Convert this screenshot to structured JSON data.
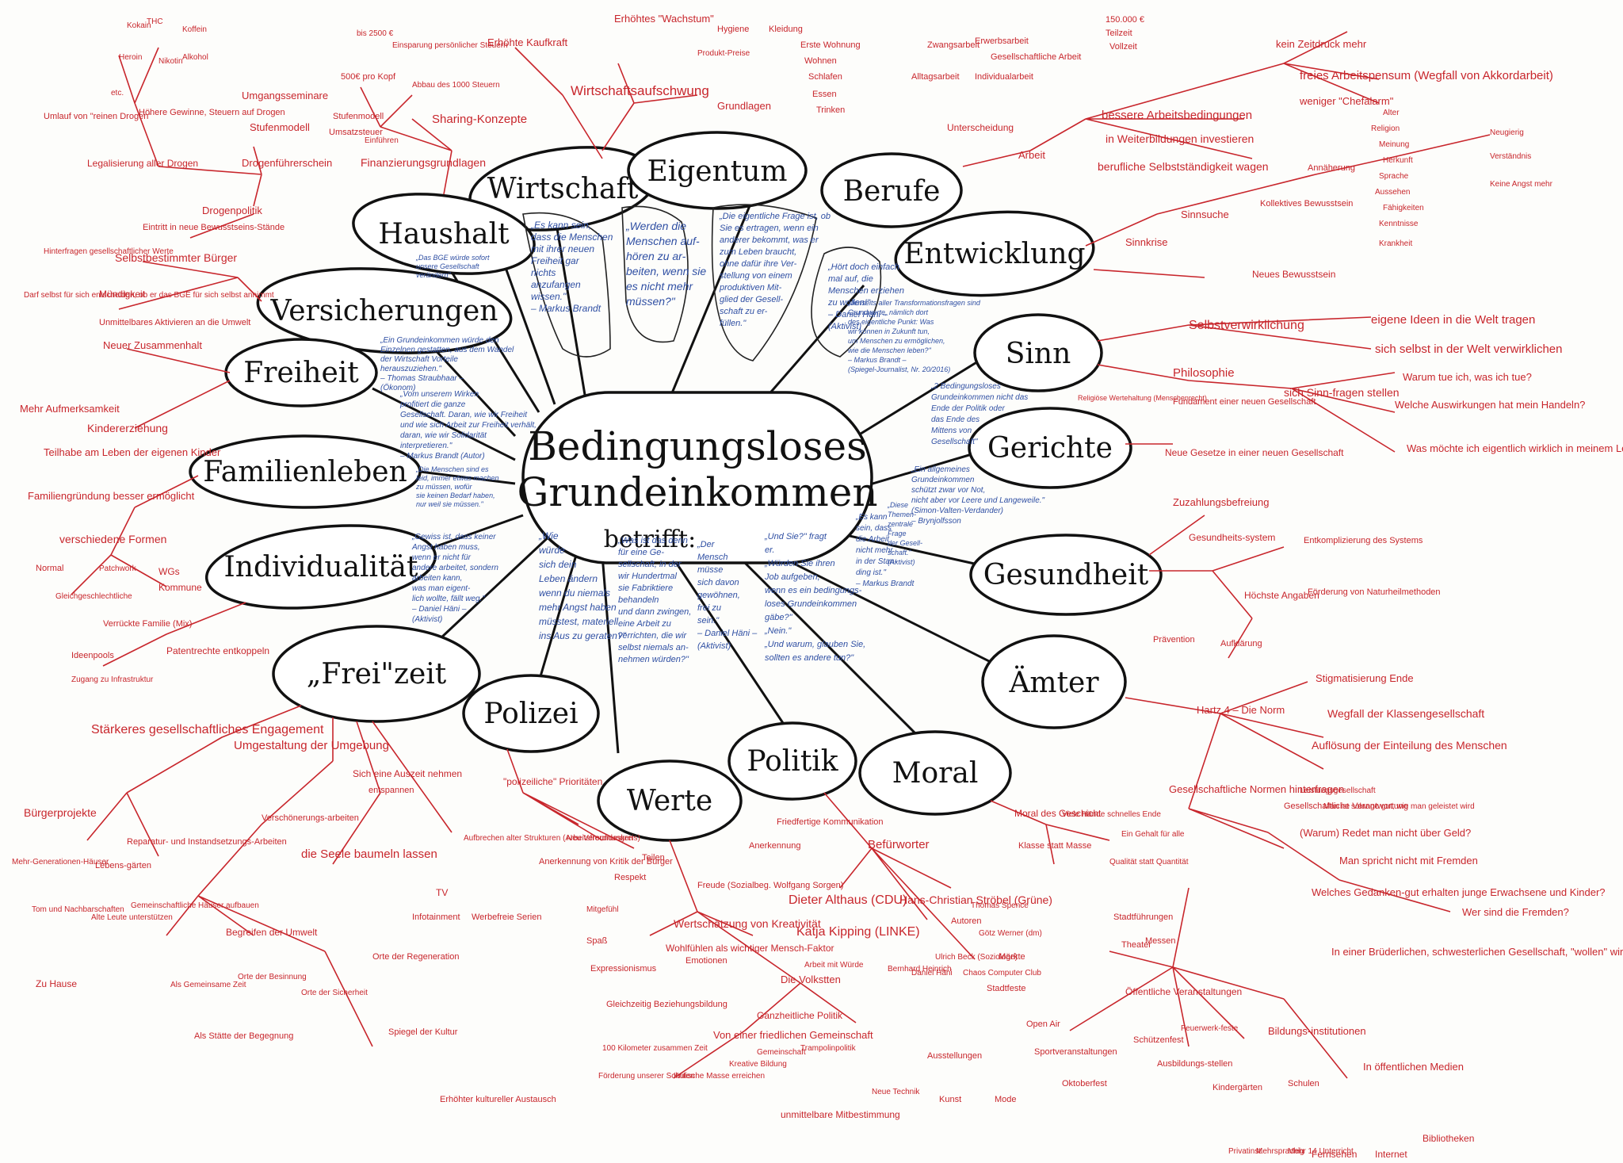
{
  "colors": {
    "ink": "#111111",
    "red": "#c8262c",
    "blue": "#2f4fa3",
    "paper": "#fdfdfb"
  },
  "center": {
    "line1": "Bedingungsloses",
    "line2": "Grundeinkommen",
    "line3": "betrifft:"
  },
  "topics": {
    "wirtschaft": "Wirtschaft",
    "eigentum": "Eigentum",
    "berufe": "Berufe",
    "haushalt": "Haushalt",
    "entwicklung": "Entwicklung",
    "versicherungen": "Versicherungen",
    "sinn": "Sinn",
    "freiheit": "Freiheit",
    "gerichte": "Gerichte",
    "familienleben": "Familienleben",
    "gesundheit": "Gesundheit",
    "individualitaet": "Individualität",
    "aemter": "Ämter",
    "freizeit": "„Frei\"zeit",
    "polizei": "Polizei",
    "politik": "Politik",
    "werte": "Werte",
    "moral": "Moral"
  },
  "quotes": {
    "q1": [
      "„Es kann sein,",
      "dass die Menschen",
      "mit ihrer neuen",
      "Freiheit gar",
      "nichts",
      "anzufangen",
      "wissen.\"",
      "– Markus Brandt"
    ],
    "q2": [
      "„Werden die",
      "Menschen auf-",
      "hören zu ar-",
      "beiten, wenn sie",
      "es nicht mehr",
      "müssen?\""
    ],
    "q3": [
      "„Die eigentliche Frage ist, ob",
      "Sie es ertragen, wenn ein",
      "anderer bekommt, was er",
      "zum Leben braucht,",
      "ohne dafür ihre Ver-",
      "stellung von einem",
      "produktiven Mit-",
      "glied der Gesell-",
      "schaft zu er-",
      "füllen.\""
    ],
    "q4": [
      "„Hört doch einfach",
      "mal auf, die",
      "Menschen erziehen",
      "zu wollen!\"",
      "– Daniel Häni –",
      "(Aktivist)"
    ],
    "q5": [
      "„Das BGE würde sofort",
      "unsere Gesellschaft",
      "verändern\""
    ],
    "q6": [
      "„Ein Grundeinkommen würde den",
      "Einzelnen gestatten, aus dem Wandel",
      "der Wirtschaft Vorteile",
      "herauszuziehen.\"",
      "– Thomas Straubhaar –",
      "(Ökonom)"
    ],
    "q7": [
      "„Vom unserem Wirken",
      "profitiert die ganze",
      "Gesellschaft. Daran, wie wir Freiheit",
      "und wie sich Arbeit zur Freiheit verhält,",
      "daran, wie wir Solidarität",
      "interpretieren.\"",
      "– Markus Brandt (Autor)"
    ],
    "q8": [
      "„Die Menschen sind es",
      "leid, immer etwas machen",
      "zu müssen, wofür",
      "sie keinen Bedarf haben,",
      "nur weil sie müssen.\""
    ],
    "q9": [
      "„Gewiss ist, dass keiner",
      "Angst haben muss,",
      "wenn er nicht für",
      "andere arbeitet, sondern",
      "arbeiten kann,",
      "was man eigent-",
      "lich wollte, fällt weg.\"",
      "– Daniel Häni –",
      "(Aktivist)"
    ],
    "q10": [
      "„Wie",
      "würde",
      "sich dein",
      "Leben ändern",
      "wenn du niemals",
      "mehr Angst haben",
      "müsstest, materiell",
      "ins Aus zu geraten?\""
    ],
    "q11": [
      "„Was ist das denn",
      "für eine Ge-",
      "sellschaft, in der",
      "wir Hundertmal",
      "sie Fabriktiere",
      "behandeln",
      "und dann zwingen,",
      "eine Arbeit zu",
      "verrichten, die wir",
      "selbst niemals an-",
      "nehmen würden?\""
    ],
    "q12": [
      "„Der",
      "Mensch",
      "müsse",
      "sich davon",
      "gewöhnen,",
      "frei zu",
      "sein.\"",
      "– Daniel Häni –",
      "(Aktivist)"
    ],
    "q13": [
      "„Und Sie?\" fragt",
      "er.",
      "„Würden Sie ihren",
      "Job aufgeben,",
      "wenn es ein bedingungs-",
      "loses Grundeinkommen",
      "gäbe?\"",
      "„Nein.\"",
      "„Und warum, glauben Sie,",
      "sollten es andere tun?\""
    ],
    "q14": [
      "„Es kann",
      "sein, dass",
      "die Arbeit",
      "nicht mehr",
      "in der Stan-",
      "ding ist.\"",
      "– Markus Brandt"
    ],
    "q15": [
      "„Diese",
      "Themen-",
      "zentrale",
      "Frage",
      "der Gesell-",
      "schaft.\"",
      "(Aktivist)"
    ],
    "q16": [
      "„Ein allgemeines",
      "Grundeinkommen",
      "schützt zwar vor Not,",
      "nicht aber vor Leere und Langeweile.\"",
      "(Simon-Valten-Verdander)",
      "– Brynjolfsson"
    ],
    "q17": [
      "„2 Bedingungsloses",
      "Grundeinkommen nicht das",
      "Ende der Politik oder",
      "das Ende des",
      "Mittens von",
      "Gesellschaft\""
    ],
    "q18": [
      "„Jenseits aller Transformationsfragen sind",
      "Grundwerte, nämlich dort",
      "des eigentliche Punkt: Was",
      "wir können in Zukunft tun,",
      "um Menschen zu ermöglichen,",
      "wie die Menschen leben?\"",
      "– Markus Brandt –",
      "(Spiegel-Journalist, Nr. 20/2016)"
    ]
  },
  "branches": {
    "wirtschaft": [
      "Wirtschaftsaufschwung",
      "Erhöhte Kaufkraft",
      "Erhöhtes \"Wachstum\"",
      "Grundlagen",
      "Hygiene",
      "Kleidung",
      "Erste Wohnung",
      "Wohnen",
      "Schlafen",
      "Essen",
      "Trinken",
      "Produkt-Preise"
    ],
    "haushalt": [
      "Sharing-Konzepte",
      "Finanzierungsgrundlagen",
      "bis 2500 €",
      "Einsparung persönlicher Steuern",
      "Abbau des 1000 Steuern",
      "Stufenmodell",
      "Umsatzsteuer",
      "500€ pro Kopf",
      "Einführen"
    ],
    "drogen": [
      "Drogenpolitik",
      "Umgangsseminare",
      "Stufenmodell",
      "Drogenführerschein",
      "Legalisierung aller Drogen",
      "Umlauf von \"reinen Drogen\"",
      "Höhere Gewinne, Steuern auf Drogen",
      "Kokain",
      "THC",
      "Koffein",
      "Heroin",
      "Nikotin",
      "Alkohol",
      "etc."
    ],
    "versicherungen": [
      "Selbstbestimmter Bürger",
      "Hinterfragen gesellschaftlicher Werte",
      "Eintritt in neue Bewusstseins-Stände",
      "Mündigkeit",
      "Darf selbst für sich entscheiden, ob er das BGE für sich selbst annimmt",
      "Unmittelbares Aktivieren an die Umwelt"
    ],
    "freiheit": [
      "Neuer Zusammenhalt",
      "Mehr Aufmerksamkeit",
      "Kindererziehung",
      "Teilhabe am Leben der eigenen Kinder"
    ],
    "familienleben": [
      "Familiengründung besser ermöglicht",
      "verschiedene Formen",
      "Normal",
      "Patchwork",
      "WGs",
      "Gleichgeschlechtliche",
      "Kommune",
      "Verrückte Familie (Mix)"
    ],
    "individualitaet": [
      "Patentrechte entkoppeln",
      "Ideenpools",
      "Zugang zu Infrastruktur"
    ],
    "freizeit": [
      "Stärkeres gesellschaftliches Engagement",
      "Umgestaltung der Umgebung",
      "Bürgerprojekte",
      "Mehr-Generationen-Häuser",
      "Lebens-gärten",
      "Tom und Nachbarschaften",
      "Alte Leute unterstützen",
      "Gemeinschaftliche Häuser aufbauen",
      "Reparatur- und Instandsetzungs-Arbeiten",
      "Verschönerungs-arbeiten",
      "Sich eine Auszeit nehmen",
      "entspannen",
      "die Seele baumeln lassen",
      "Aufbrechen alter Strukturen (Arbeitsfreundeskreis)",
      "TV",
      "Infotainment",
      "Werbefreie Serien",
      "Begreifen der Umwelt",
      "Orte der Regeneration",
      "Zu Hause",
      "Als Gemeinsame Zeit",
      "Orte der Besinnung",
      "Orte der Sicherheit",
      "Als Stätte der Begegnung",
      "Spiegel der Kultur",
      "Erhöhter kultureller Austausch"
    ],
    "polizei": [
      "\"polizeiliche\" Prioritäten",
      "Neu Verordnungen",
      "Anerkennung von Kritik der Bürger",
      "Teilen",
      "Respekt",
      "Mitgefühl"
    ],
    "politik": [
      "Befürworter",
      "Friedfertige Kommunikation",
      "Anerkennung",
      "Freude (Sozialbeg. Wolfgang Sorgen)",
      "Dieter Althaus (CDU)",
      "Katja Kipping (LINKE)",
      "Hans-Christian Ströbel (Grüne)",
      "Thomas Spence",
      "Autoren",
      "Götz Werner (dm)",
      "Ulrich Beck (Soziologe)",
      "Bernhard Heinrich",
      "Daniel Häni",
      "Arbeit mit Würde",
      "Chaos Computer Club"
    ],
    "werte": [
      "Wertschätzung von Kreativität",
      "Wohlfühlen als wichtiger Mensch-Faktor",
      "Spaß",
      "Expressionismus",
      "Emotionen",
      "Die Volkstten",
      "Gleichzeitig Beziehungsbildung",
      "Ganzheitliche Politik",
      "Von einer friedlichen Gemeinschaft",
      "100 Kilometer zusammen Zeit",
      "Förderung unserer Schulen",
      "Kritische Masse erreichen",
      "Gemeinschaft",
      "Kreative Bildung",
      "Trampolinpolitik",
      "Neue Technik",
      "unmittelbare Mitbestimmung"
    ],
    "moral": [
      "Moral des Geschicht",
      "Klasse statt Masse",
      "Viele Hände schnelles Ende",
      "Ein Gehalt für alle",
      "Qualität statt Quantität"
    ],
    "aemter": [
      "Hartz 4 – Die Norm",
      "Stigmatisierung Ende",
      "Wegfall der Klassengesellschaft",
      "Auflösung der Einteilung des Menschen",
      "Gesellschaftliche Normen hinterfragen",
      "Leistungsgesellschaft",
      "Gesellschaftliche Verantwortung",
      "Man ist solange gut, wie man geleistet wird",
      "(Warum) Redet man nicht über Geld?",
      "Man spricht nicht mit Fremden",
      "Wer sind die Fremden?",
      "Welches Gedanken-gut erhalten junge Erwachsene und Kinder?",
      "In einer Brüderlichen, schwesterlichen Gesellschaft, \"wollen\" wir Fremde neben uns haben?"
    ],
    "oeffentlich": [
      "Öffentliche Veranstaltungen",
      "Stadtführungen",
      "Theater",
      "Messen",
      "Märkte",
      "Stadtfeste",
      "Open Air",
      "Sportveranstaltungen",
      "Oktoberfest",
      "Schützenfest",
      "Feuerwerk-feste",
      "Ausstellungen",
      "Ausbildungs-stellen",
      "Kunst",
      "Mode",
      "Bildungs-institutionen",
      "Kindergärten",
      "Schulen",
      "Fernsehen",
      "Internet",
      "Bibliotheken",
      "In öffentlichen Medien",
      "Privatinst.",
      "Mehrsprachig",
      "Mehr 14 Unterricht"
    ],
    "gesundheit": [
      "Zuzahlungsbefreiung",
      "Gesundheits-system",
      "Entkomplizierung des Systems",
      "Höchste Angaben",
      "Förderung von Naturheilmethoden",
      "Prävention",
      "Aufklärung"
    ],
    "gerichte": [
      "Neue Gesetze in einer neuen Gesellschaft"
    ],
    "sinn": [
      "Selbstverwirklichung",
      "eigene Ideen in die Welt tragen",
      "sich selbst in der Welt verwirklichen",
      "Philosophie",
      "Religiöse Wertehaltung (Menschenrecht)",
      "Fundament einer neuen Gesellschaft",
      "sich Sinn-fragen stellen",
      "Warum tue ich, was ich tue?",
      "Welche Auswirkungen hat mein Handeln?",
      "Was möchte ich eigentlich wirklich in meinem Leben haben?"
    ],
    "entwicklung": [
      "Sinnsuche",
      "Sinnkrise",
      "Kollektives Bewusstsein",
      "Neues Bewusstsein",
      "Annäherung",
      "Alter",
      "Religion",
      "Meinung",
      "Herkunft",
      "Sprache",
      "Aussehen",
      "Fähigkeiten",
      "Kenntnisse",
      "Krankheit",
      "Neugierig",
      "Verständnis",
      "Keine Angst mehr"
    ],
    "berufe": [
      "Arbeit",
      "bessere Arbeitsbedingungen",
      "kein Zeitdruck mehr",
      "freies Arbeitspensum (Wegfall von Akkordarbeit)",
      "weniger \"Chefalarm\"",
      "in Weiterbildungen investieren",
      "berufliche Selbstständigkeit wagen",
      "Unterscheidung",
      "Zwangsarbeit",
      "Erwerbsarbeit",
      "Gesellschaftliche Arbeit",
      "Individualarbeit",
      "Alltagsarbeit",
      "150.000 €",
      "Teilzeit",
      "Vollzeit"
    ]
  }
}
